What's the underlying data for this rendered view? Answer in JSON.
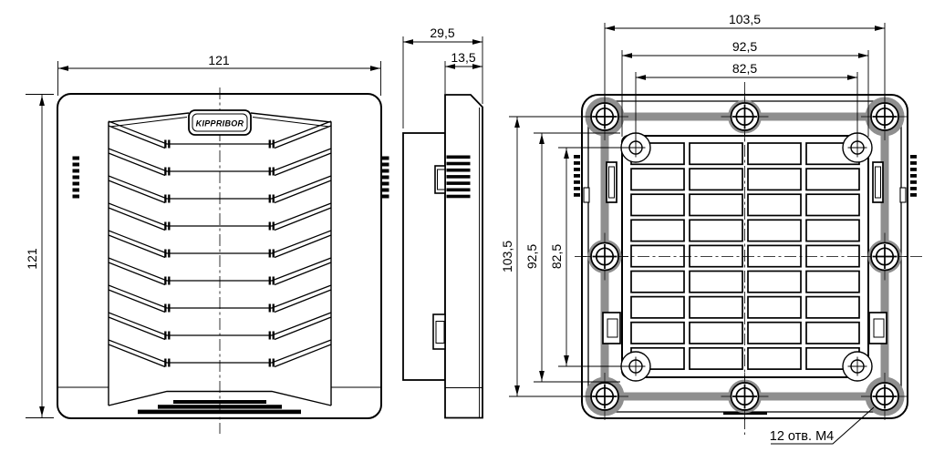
{
  "drawing": {
    "brand_label": "KIPPRIBOR",
    "front_view": {
      "width_dim": "121",
      "height_dim": "121"
    },
    "side_view": {
      "total_depth_dim": "29,5",
      "cover_depth_dim": "13,5"
    },
    "rear_view": {
      "h_outer_dim": "103,5",
      "h_mid_dim": "92,5",
      "h_inner_dim": "82,5",
      "v_outer_dim": "103,5",
      "v_mid_dim": "92,5",
      "v_inner_dim": "82,5",
      "mounting_note": "12 отв. М4"
    },
    "colors": {
      "line": "#000000",
      "gasket": "#8f8f8f",
      "background": "#ffffff"
    }
  }
}
